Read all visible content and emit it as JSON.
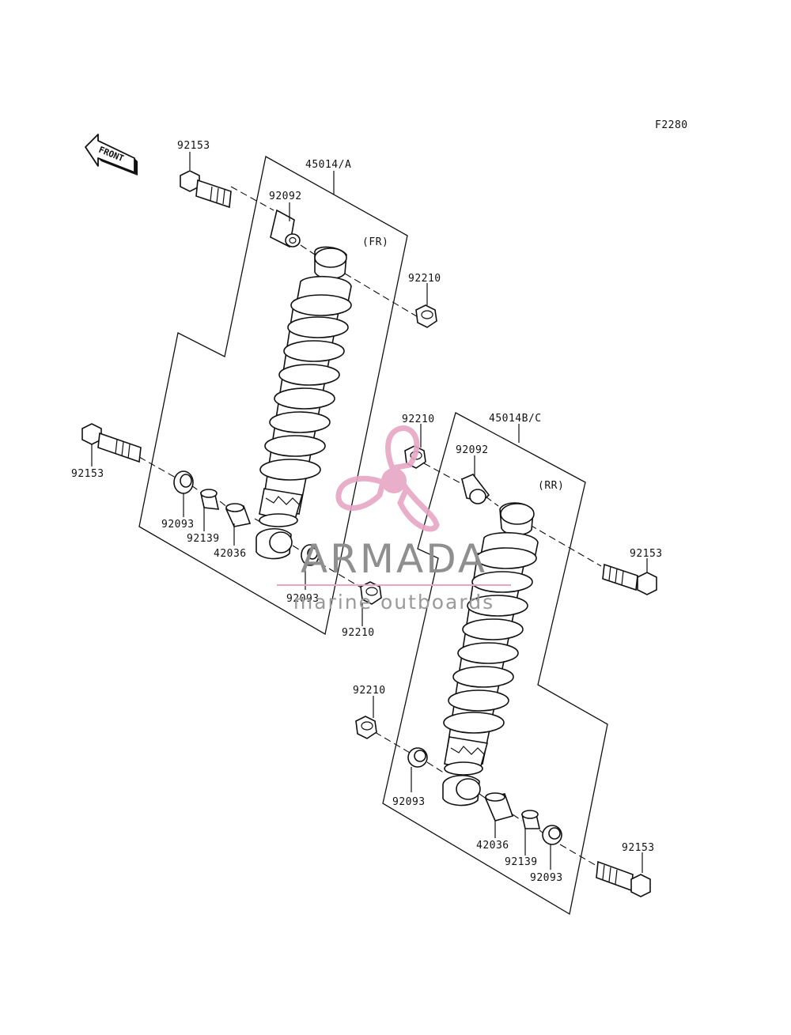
{
  "diagram": {
    "code": "F2280",
    "front_label": "FRONT",
    "front_assembly": {
      "assembly_label": "45014/A",
      "position_label": "(FR)",
      "parts": [
        {
          "id": "upper-bolt",
          "number": "92153"
        },
        {
          "id": "upper-collar",
          "number": "92092"
        },
        {
          "id": "upper-nut",
          "number": "92210"
        },
        {
          "id": "lower-bolt",
          "number": "92153"
        },
        {
          "id": "lower-seal-left",
          "number": "92093"
        },
        {
          "id": "lower-bushing",
          "number": "92139"
        },
        {
          "id": "lower-collar",
          "number": "42036"
        },
        {
          "id": "lower-seal-right",
          "number": "92093"
        },
        {
          "id": "lower-nut",
          "number": "92210"
        }
      ]
    },
    "rear_assembly": {
      "assembly_label": "45014B/C",
      "position_label": "(RR)",
      "parts": [
        {
          "id": "upper-nut",
          "number": "92210"
        },
        {
          "id": "upper-collar",
          "number": "92092"
        },
        {
          "id": "upper-bolt",
          "number": "92153"
        },
        {
          "id": "lower-nut",
          "number": "92210"
        },
        {
          "id": "lower-seal-left",
          "number": "92093"
        },
        {
          "id": "lower-collar",
          "number": "42036"
        },
        {
          "id": "lower-bushing",
          "number": "92139"
        },
        {
          "id": "lower-seal-right",
          "number": "92093"
        },
        {
          "id": "lower-bolt",
          "number": "92153"
        }
      ]
    }
  },
  "watermark": {
    "brand": "ARMADA",
    "tagline": "marine outboards",
    "logo": "propeller-logo",
    "colors": {
      "logo": "#e7a6c4",
      "text": "#8f8f8f"
    }
  }
}
